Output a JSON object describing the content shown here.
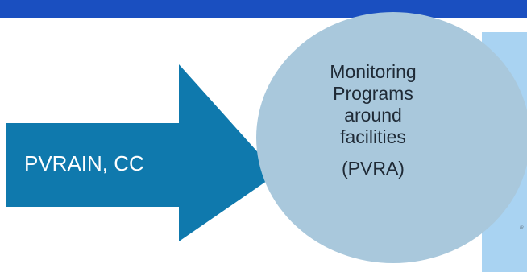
{
  "colors": {
    "top_bar": "#1a4fc0",
    "arrow": "#0f79ad",
    "circle": "#a9c8dc",
    "right_panel": "#a9d3f2",
    "background": "#ffffff"
  },
  "arrow": {
    "label": "PVRAIN, CC"
  },
  "circle": {
    "lines": [
      "Monitoring",
      "Programs",
      "around",
      "facilities"
    ],
    "abbreviation": "(PVRA)"
  }
}
